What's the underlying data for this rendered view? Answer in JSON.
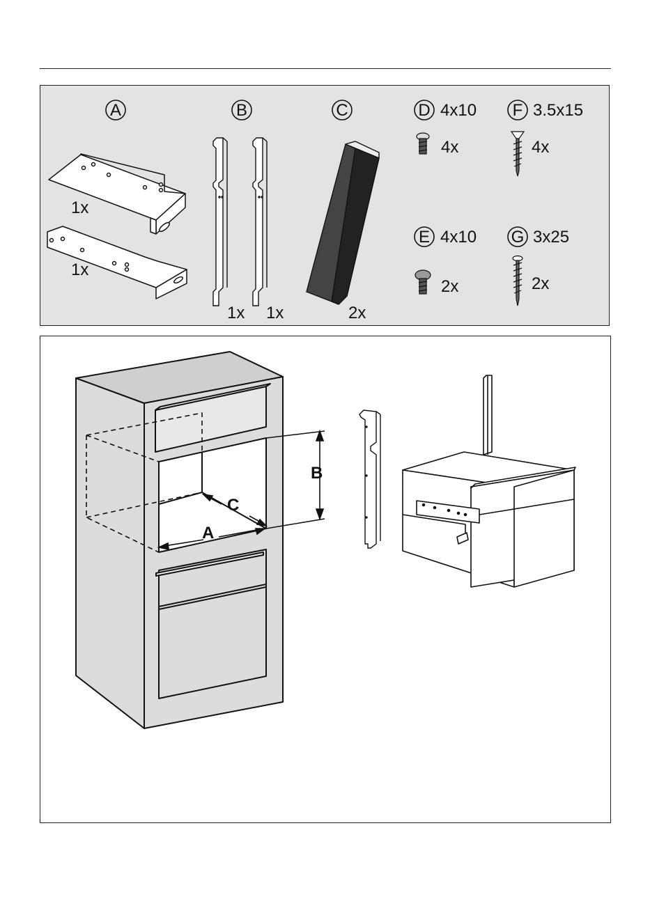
{
  "parts": {
    "A": {
      "letter": "A",
      "qty_upper": "1x",
      "qty_lower": "1x"
    },
    "B": {
      "letter": "B",
      "qty_left": "1x",
      "qty_right": "1x"
    },
    "C": {
      "letter": "C",
      "qty": "2x"
    },
    "D": {
      "letter": "D",
      "size": "4x10",
      "qty": "4x"
    },
    "E": {
      "letter": "E",
      "size": "4x10",
      "qty": "2x"
    },
    "F": {
      "letter": "F",
      "size": "3.5x15",
      "qty": "4x"
    },
    "G": {
      "letter": "G",
      "size": "3x25",
      "qty": "2x"
    }
  },
  "dimensions": {
    "a": "A",
    "b": "B",
    "c": "C"
  }
}
